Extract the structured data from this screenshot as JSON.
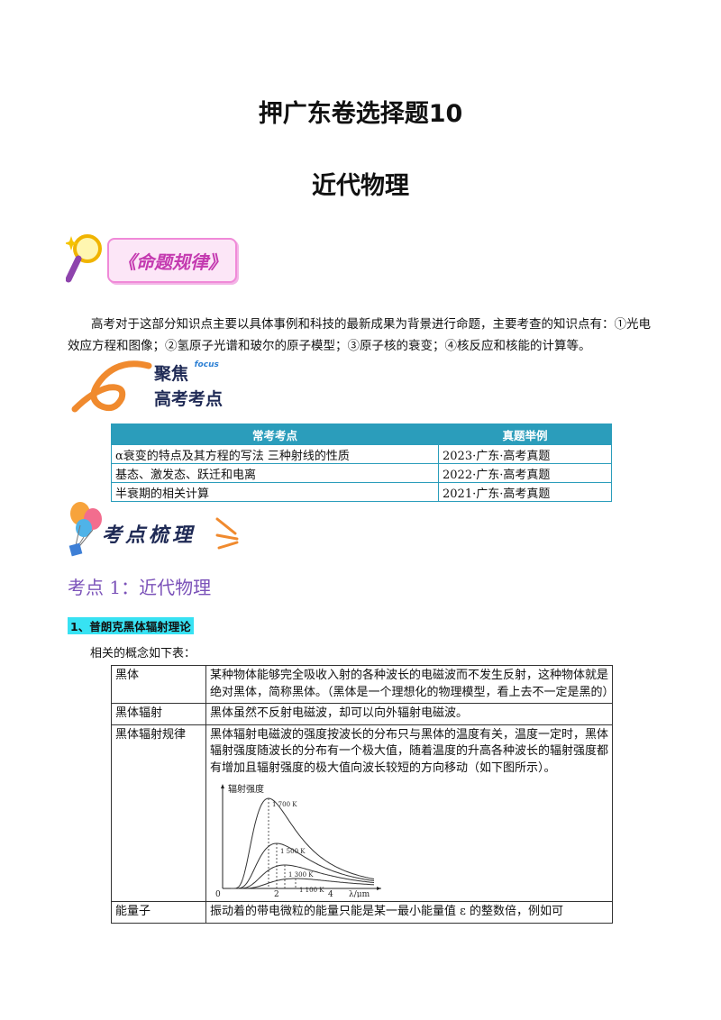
{
  "header": {
    "title": "押广东卷选择题10",
    "subtitle": "近代物理"
  },
  "banners": {
    "rule": "《命题规律》",
    "focus_top": "聚焦",
    "focus_small": "focus",
    "focus_bottom": "高考考点",
    "review": "考点梳理"
  },
  "intro": "高考对于这部分知识点主要以具体事例和科技的最新成果为背景进行命题，主要考查的知识点有：①光电效应方程和图像；②氢原子光谱和玻尔的原子模型；③原子核的衰变；④核反应和核能的计算等。",
  "focus_table": {
    "headers": [
      "常考考点",
      "真题举例"
    ],
    "rows": [
      [
        "α衰变的特点及其方程的写法 三种射线的性质",
        "2023·广东·高考真题"
      ],
      [
        "基态、激发态、跃迁和电离",
        "2022·广东·高考真题"
      ],
      [
        "半衰期的相关计算",
        "2021·广东·高考真题"
      ]
    ]
  },
  "section": {
    "title": "考点 1：近代物理",
    "sub": "1、普朗克黑体辐射理论",
    "note": "相关的概念如下表："
  },
  "concept_table": {
    "rows": [
      [
        "黑体",
        "某种物体能够完全吸收入射的各种波长的电磁波而不发生反射，这种物体就是绝对黑体，简称黑体。（黑体是一个理想化的物理模型，看上去不一定是黑的）"
      ],
      [
        "黑体辐射",
        "黑体虽然不反射电磁波，却可以向外辐射电磁波。"
      ],
      [
        "黑体辐射规律",
        "黑体辐射电磁波的强度按波长的分布只与黑体的温度有关，温度一定时，黑体辐射强度随波长的分布有一个极大值，随着温度的升高各种波长的辐射强度都有增加且辐射强度的极大值向波长较短的方向移动（如下图所示）。"
      ],
      [
        "能量子",
        "振动着的带电微粒的能量只能是某一最小能量值 ε 的整数倍，例如可"
      ]
    ]
  },
  "figure": {
    "ylabel": "辐射强度",
    "xlabel": "λ/μm",
    "ticks": [
      "0",
      "2",
      "4"
    ],
    "curves": [
      {
        "label": "1 700 K",
        "peak_x": 1.7,
        "peak_y": 1.0
      },
      {
        "label": "1 500 K",
        "peak_x": 2.0,
        "peak_y": 0.5
      },
      {
        "label": "1 300 K",
        "peak_x": 2.3,
        "peak_y": 0.26
      },
      {
        "label": "1 100 K",
        "peak_x": 2.7,
        "peak_y": 0.11
      }
    ]
  }
}
